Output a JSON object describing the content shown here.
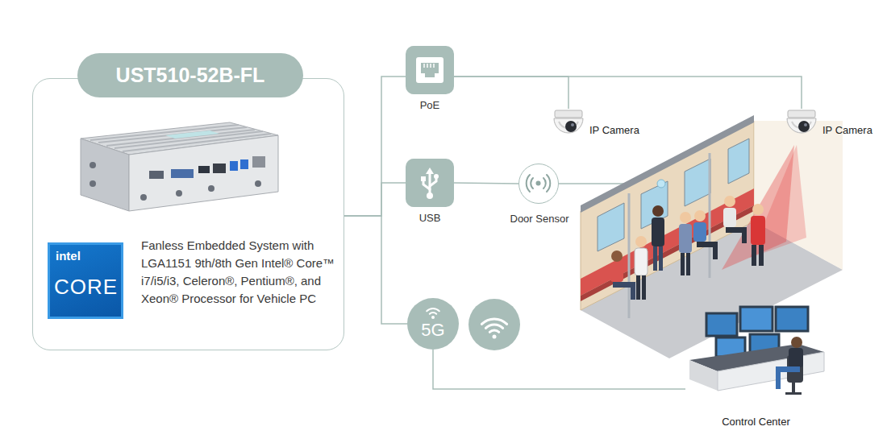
{
  "diagram": {
    "nodes": [
      {
        "text": [
          "Fanless Embedded System with LGA1151 9th/8th Gen Intel® Core™ i7/i5/i3, Celeron®, Pentium®, and Xeon® Processor for Vehicle PC"
        ]
      },
      {
        "text": [
          "UST510-52B-FL"
        ],
        "in": 0
      },
      {
        "text": [
          "intel",
          "CORE"
        ],
        "in": 0
      },
      {
        "text": [
          "PoE"
        ]
      },
      {
        "text": [
          "USB"
        ]
      },
      {
        "text": [
          "Door Sensor"
        ]
      },
      {
        "text": [
          "5G"
        ]
      },
      {
        "text": [
          "IP Camera"
        ]
      },
      {
        "text": [
          "IP Camera"
        ]
      },
      {
        "text": [
          "Control Center"
        ]
      }
    ],
    "edges": [
      {
        "from": 0,
        "to": 3,
        "arrow": "none"
      },
      {
        "from": 0,
        "to": 4,
        "arrow": "none"
      },
      {
        "from": 0,
        "to": 6,
        "arrow": "none"
      },
      {
        "from": 3,
        "to": 7,
        "arrow": "none"
      },
      {
        "from": 3,
        "to": 8,
        "arrow": "none"
      },
      {
        "from": 4,
        "to": 5,
        "arrow": "none"
      },
      {
        "from": 6,
        "to": 9,
        "arrow": "none"
      }
    ]
  }
}
